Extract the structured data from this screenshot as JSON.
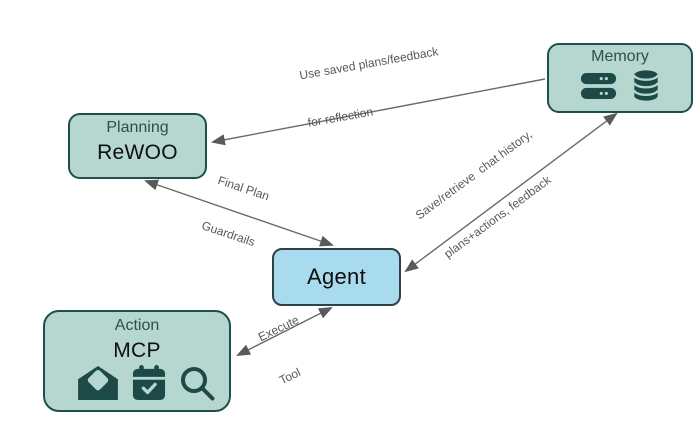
{
  "colors": {
    "node_fill_teal": "#b6d7d0",
    "node_border_teal": "#1e4f4a",
    "node_fill_blue": "#a9dbee",
    "node_border_blue": "#2f3f49",
    "icon_dark_teal": "#1d4a47",
    "arrow_gray": "#6a6a6a",
    "label_gray": "#595959",
    "title_text": "#2d4f4b",
    "body_text": "#0f0f0f"
  },
  "nodes": {
    "planning": {
      "title": "Planning",
      "body": "ReWOO"
    },
    "memory": {
      "title": "Memory",
      "icons": [
        "server-icon",
        "database-icon"
      ]
    },
    "agent": {
      "title": "Agent"
    },
    "action": {
      "title": "Action",
      "body": "MCP",
      "icons": [
        "open-mail-icon",
        "calendar-check-icon",
        "search-icon"
      ]
    }
  },
  "edges": [
    {
      "from": "memory",
      "to": "planning",
      "arrows": "single",
      "label": [
        "Use saved plans/feedback",
        "for reflection"
      ]
    },
    {
      "from": "planning",
      "to": "agent",
      "arrows": "double",
      "label": [
        "Final Plan",
        "Guardrails"
      ]
    },
    {
      "from": "agent",
      "to": "memory",
      "arrows": "double",
      "label": [
        "Save/retrieve  chat history,",
        "plans+actions, feedback"
      ]
    },
    {
      "from": "action",
      "to": "agent",
      "arrows": "double",
      "label": [
        "Execute",
        "Tool"
      ]
    }
  ]
}
